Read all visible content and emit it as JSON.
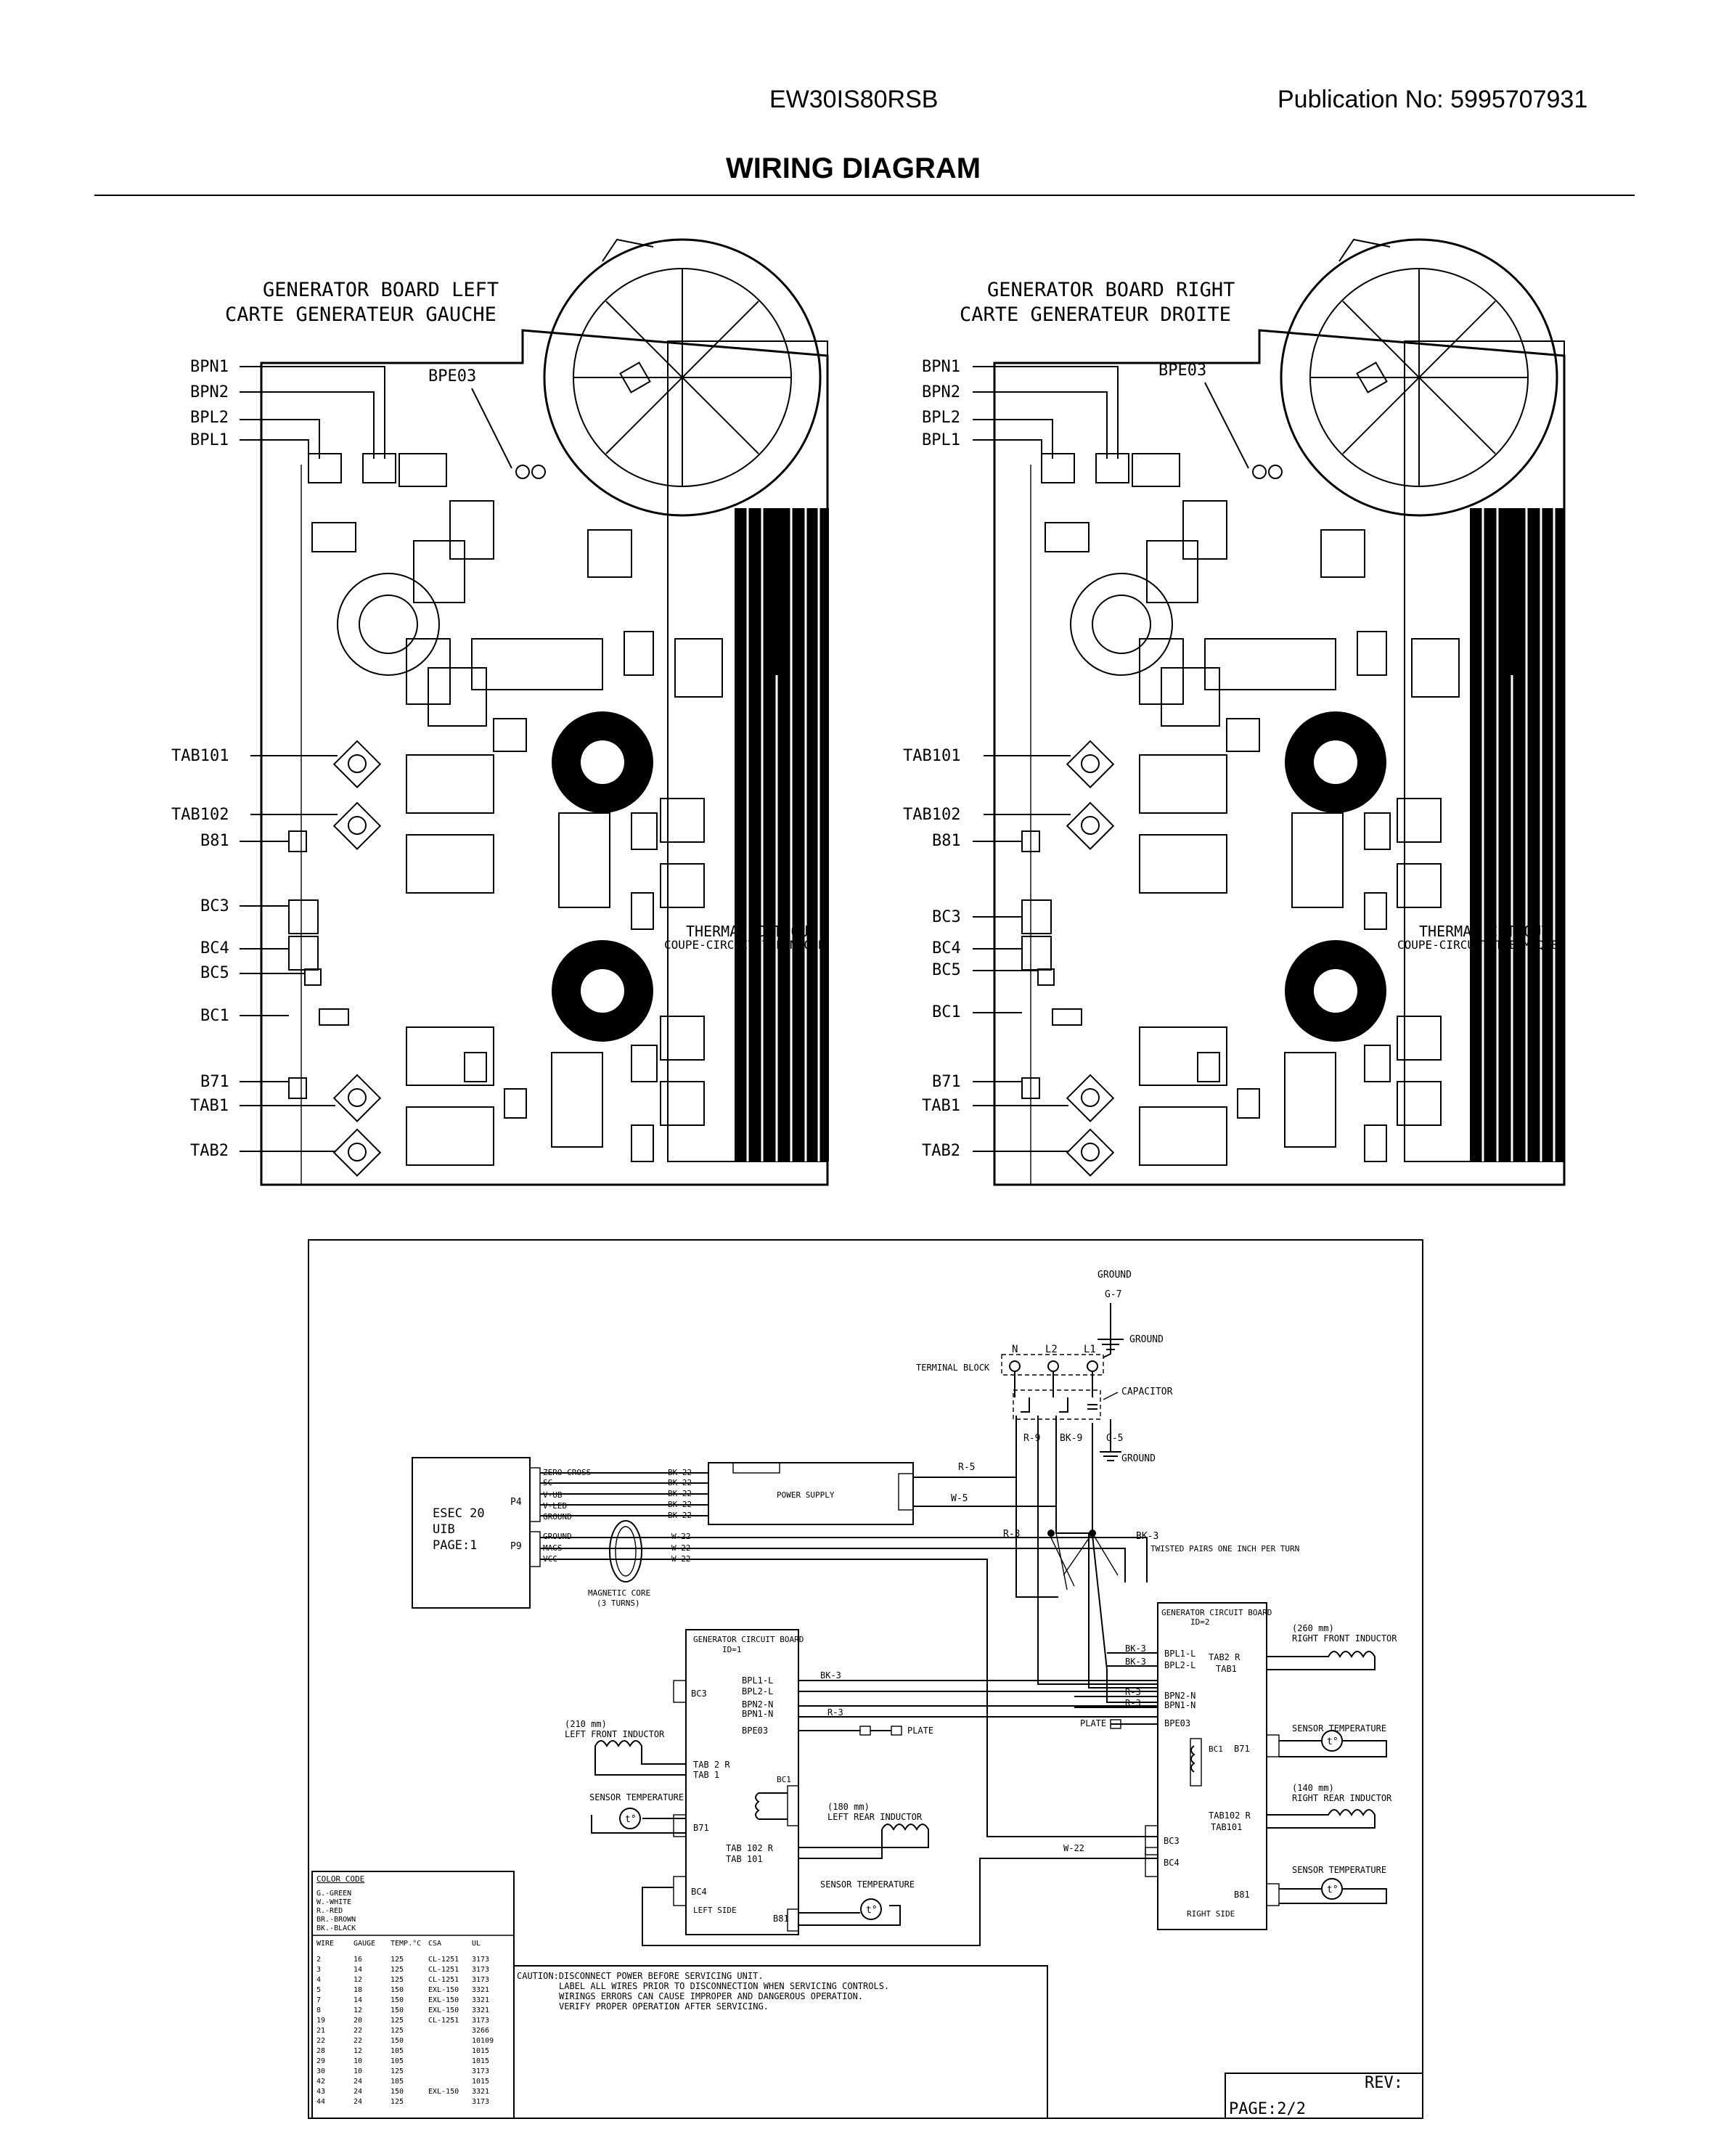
{
  "header": {
    "model": "EW30IS80RSB",
    "publication": "Publication No:  5995707931",
    "title": "WIRING DIAGRAM"
  },
  "boards": {
    "left": {
      "title1": "GENERATOR BOARD LEFT",
      "title2": "CARTE GENERATEUR GAUCHE",
      "bpe": "BPE03",
      "labels": [
        "BPN1",
        "BPN2",
        "BPL2",
        "BPL1",
        "TAB101",
        "TAB102",
        "B81",
        "BC3",
        "BC4",
        "BC5",
        "BC1",
        "B71",
        "TAB1",
        "TAB2"
      ],
      "thermal1": "THERMAL CUT-OUT",
      "thermal2": "COUPE-CIRCUIT THERMIQUE"
    },
    "right": {
      "title1": "GENERATOR BOARD RIGHT",
      "title2": "CARTE GENERATEUR DROITE",
      "bpe": "BPE03",
      "labels": [
        "BPN1",
        "BPN2",
        "BPL2",
        "BPL1",
        "TAB101",
        "TAB102",
        "B81",
        "BC3",
        "BC4",
        "BC5",
        "BC1",
        "B71",
        "TAB1",
        "TAB2"
      ],
      "thermal1": "THERMAL CUT-OUT",
      "thermal2": "COUPE-CIRCUIT THERMIQUE"
    }
  },
  "schematic": {
    "ground_top": "GROUND",
    "g7": "G-7",
    "ground_right": "GROUND",
    "n": "N",
    "l2": "L2",
    "l1": "L1",
    "terminal_block": "TERMINAL BLOCK",
    "capacitor": "CAPACITOR",
    "r9": "R-9",
    "bk9": "BK-9",
    "g5": "G-5",
    "ground_cap": "GROUND",
    "r5": "R-5",
    "w5": "W-5",
    "r3": "R-3",
    "bk3": "BK-3",
    "twisted": "TWISTED PAIRS ONE INCH PER TURN",
    "esec1": "ESEC 20",
    "esec2": "UIB",
    "esec3": "PAGE:1",
    "p4": "P4",
    "p9": "P9",
    "p4_pins": [
      "ZERO CROSS",
      "SC",
      "V-UB",
      "V-LED",
      "GROUND"
    ],
    "p4_wires": [
      "BK-22",
      "BK-22",
      "BK-22",
      "BK-22",
      "BK-22"
    ],
    "p9_pins": [
      "GROUND",
      "MAGS",
      "VCC"
    ],
    "p9_wires": [
      "W-22",
      "W-22",
      "W-22"
    ],
    "power_supply": "POWER SUPPLY",
    "magcore1": "MAGNETIC CORE",
    "magcore2": "(3 TURNS)",
    "gen_left_title1": "GENERATOR CIRCUIT BOARD",
    "gen_left_title2": "ID=1",
    "gen_left_pins": [
      "BPL1-L",
      "BPL2-L",
      "BPN2-N",
      "BPN1-N",
      "BPE03"
    ],
    "gen_left_bc3": "BC3",
    "gen_left_tab2": "TAB 2 R",
    "gen_left_tab1": "TAB 1",
    "gen_left_bc1": "BC1",
    "gen_left_b71": "B71",
    "gen_left_tab102": "TAB 102 R",
    "gen_left_tab101": "TAB 101",
    "gen_left_bc4": "BC4",
    "gen_left_side": "LEFT SIDE",
    "gen_left_b81": "B81",
    "plate": "PLATE",
    "left_front_ind1": "(210 mm)",
    "left_front_ind2": "LEFT FRONT INDUCTOR",
    "left_rear_ind1": "(180 mm)",
    "left_rear_ind2": "LEFT REAR INDUCTOR",
    "sensor_temp": "SENSOR TEMPERATURE",
    "gen_right_title1": "GENERATOR CIRCUIT BOARD",
    "gen_right_title2": "ID=2",
    "gen_right_pins": [
      "BPL1-L",
      "BPL2-L",
      "BPN2-N",
      "BPN1-N",
      "BPE03"
    ],
    "gen_right_bk3a": "BK-3",
    "gen_right_bk3b": "BK-3",
    "gen_right_r3a": "R-3",
    "gen_right_r3b": "R-3",
    "gen_right_tab2": "TAB2 R",
    "gen_right_tab1": "TAB1",
    "gen_right_bc1": "BC1",
    "gen_right_b71": "B71",
    "gen_right_tab102": "TAB102 R",
    "gen_right_tab101": "TAB101",
    "gen_right_bc3": "BC3",
    "gen_right_bc4": "BC4",
    "gen_right_side": "RIGHT SIDE",
    "gen_right_b81": "B81",
    "right_front_ind1": "(260 mm)",
    "right_front_ind2": "RIGHT FRONT INDUCTOR",
    "right_rear_ind1": "(140 mm)",
    "right_rear_ind2": "RIGHT REAR INDUCTOR",
    "w22": "W-22",
    "bk3_left": "BK-3",
    "r3_left": "R-3",
    "color_code_title": "COLOR CODE",
    "color_codes": [
      "G.-GREEN",
      "W.-WHITE",
      "R.-RED",
      "BR.-BROWN",
      "BK.-BLACK"
    ],
    "wire_table_headers": [
      "WIRE",
      "GAUGE",
      "TEMP.°C",
      "CSA",
      "UL"
    ],
    "wire_table_rows": [
      [
        "2",
        "16",
        "125",
        "CL-1251",
        "3173"
      ],
      [
        "3",
        "14",
        "125",
        "CL-1251",
        "3173"
      ],
      [
        "4",
        "12",
        "125",
        "CL-1251",
        "3173"
      ],
      [
        "5",
        "18",
        "150",
        "EXL-150",
        "3321"
      ],
      [
        "7",
        "14",
        "150",
        "EXL-150",
        "3321"
      ],
      [
        "8",
        "12",
        "150",
        "EXL-150",
        "3321"
      ],
      [
        "19",
        "20",
        "125",
        "CL-1251",
        "3173"
      ],
      [
        "21",
        "22",
        "125",
        "",
        "3266"
      ],
      [
        "22",
        "22",
        "150",
        "",
        "10109"
      ],
      [
        "28",
        "12",
        "105",
        "",
        "1015"
      ],
      [
        "29",
        "10",
        "105",
        "",
        "1015"
      ],
      [
        "30",
        "10",
        "125",
        "",
        "3173"
      ],
      [
        "42",
        "24",
        "105",
        "",
        "1015"
      ],
      [
        "43",
        "24",
        "150",
        "EXL-150",
        "3321"
      ],
      [
        "44",
        "24",
        "125",
        "",
        "3173"
      ]
    ],
    "caution": [
      "CAUTION:DISCONNECT POWER BEFORE SERVICING UNIT.",
      "LABEL ALL WIRES PRIOR TO DISCONNECTION WHEN SERVICING CONTROLS.",
      "WIRINGS ERRORS CAN CAUSE IMPROPER AND DANGEROUS OPERATION.",
      "VERIFY PROPER OPERATION AFTER SERVICING."
    ],
    "rev": "REV:",
    "page": "PAGE:2/2"
  }
}
